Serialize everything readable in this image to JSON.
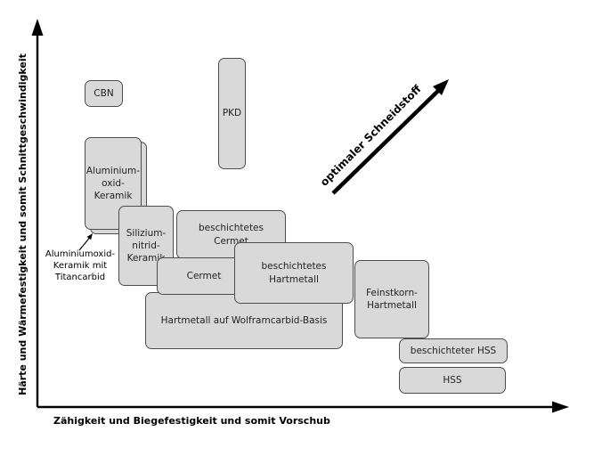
{
  "axes": {
    "y_label": "Härte und Wärmefestigkeit und somit Schnittgeschwindigkeit",
    "x_label": "Zähigkeit und Biegefestigkeit und somit Vorschub"
  },
  "arrow": {
    "label": "optimaler Schneidstoff"
  },
  "annotation": {
    "label": "Aluminiumoxid-\nKeramik mit\nTitancarbid"
  },
  "boxes": [
    {
      "label": "Aluminium-\noxid-\nKeramik"
    },
    {
      "label": "beschichtetes\nCermet"
    },
    {
      "label": "Silizium-\nnitrid-\nKeramik"
    },
    {
      "label": "Hartmetall auf Wolframcarbid-Basis"
    },
    {
      "label": "Cermet"
    },
    {
      "label": "beschichtetes\nHartmetall"
    },
    {
      "label": "Feinstkorn-\nHartmetall"
    },
    {
      "label": "beschichteter HSS"
    },
    {
      "label": "HSS"
    },
    {
      "label": "CBN"
    },
    {
      "label": "PKD"
    }
  ],
  "colors": {
    "box_fill": "#d9d9d9",
    "box_border": "#4d4d4d",
    "axis": "#000000"
  }
}
